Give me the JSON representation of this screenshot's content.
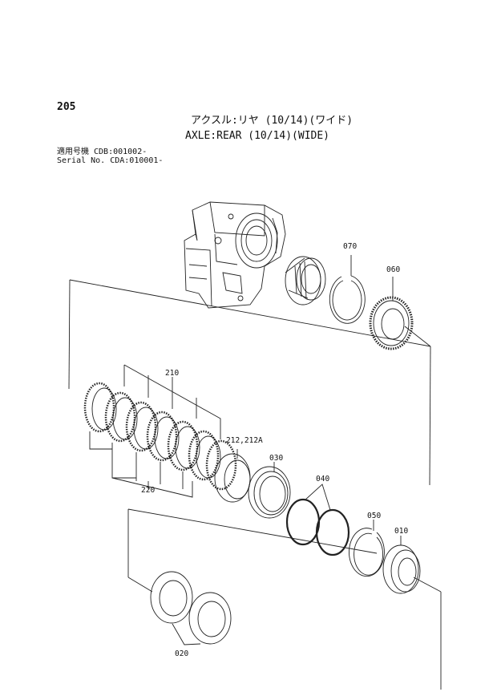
{
  "header": {
    "page_number": "205",
    "title_jp": "アクスル:リヤ (10/14)(ワイド)",
    "title_en": "AXLE:REAR (10/14)(WIDE)",
    "serial_jp": "適用号機 CDB:001002-",
    "serial_en": "Serial No. CDA:010001-"
  },
  "parts": {
    "p070": "070",
    "p060": "060",
    "p210": "210",
    "p212": "212,212A",
    "p030": "030",
    "p040": "040",
    "p220": "220",
    "p050": "050",
    "p010": "010",
    "p020": "020"
  }
}
